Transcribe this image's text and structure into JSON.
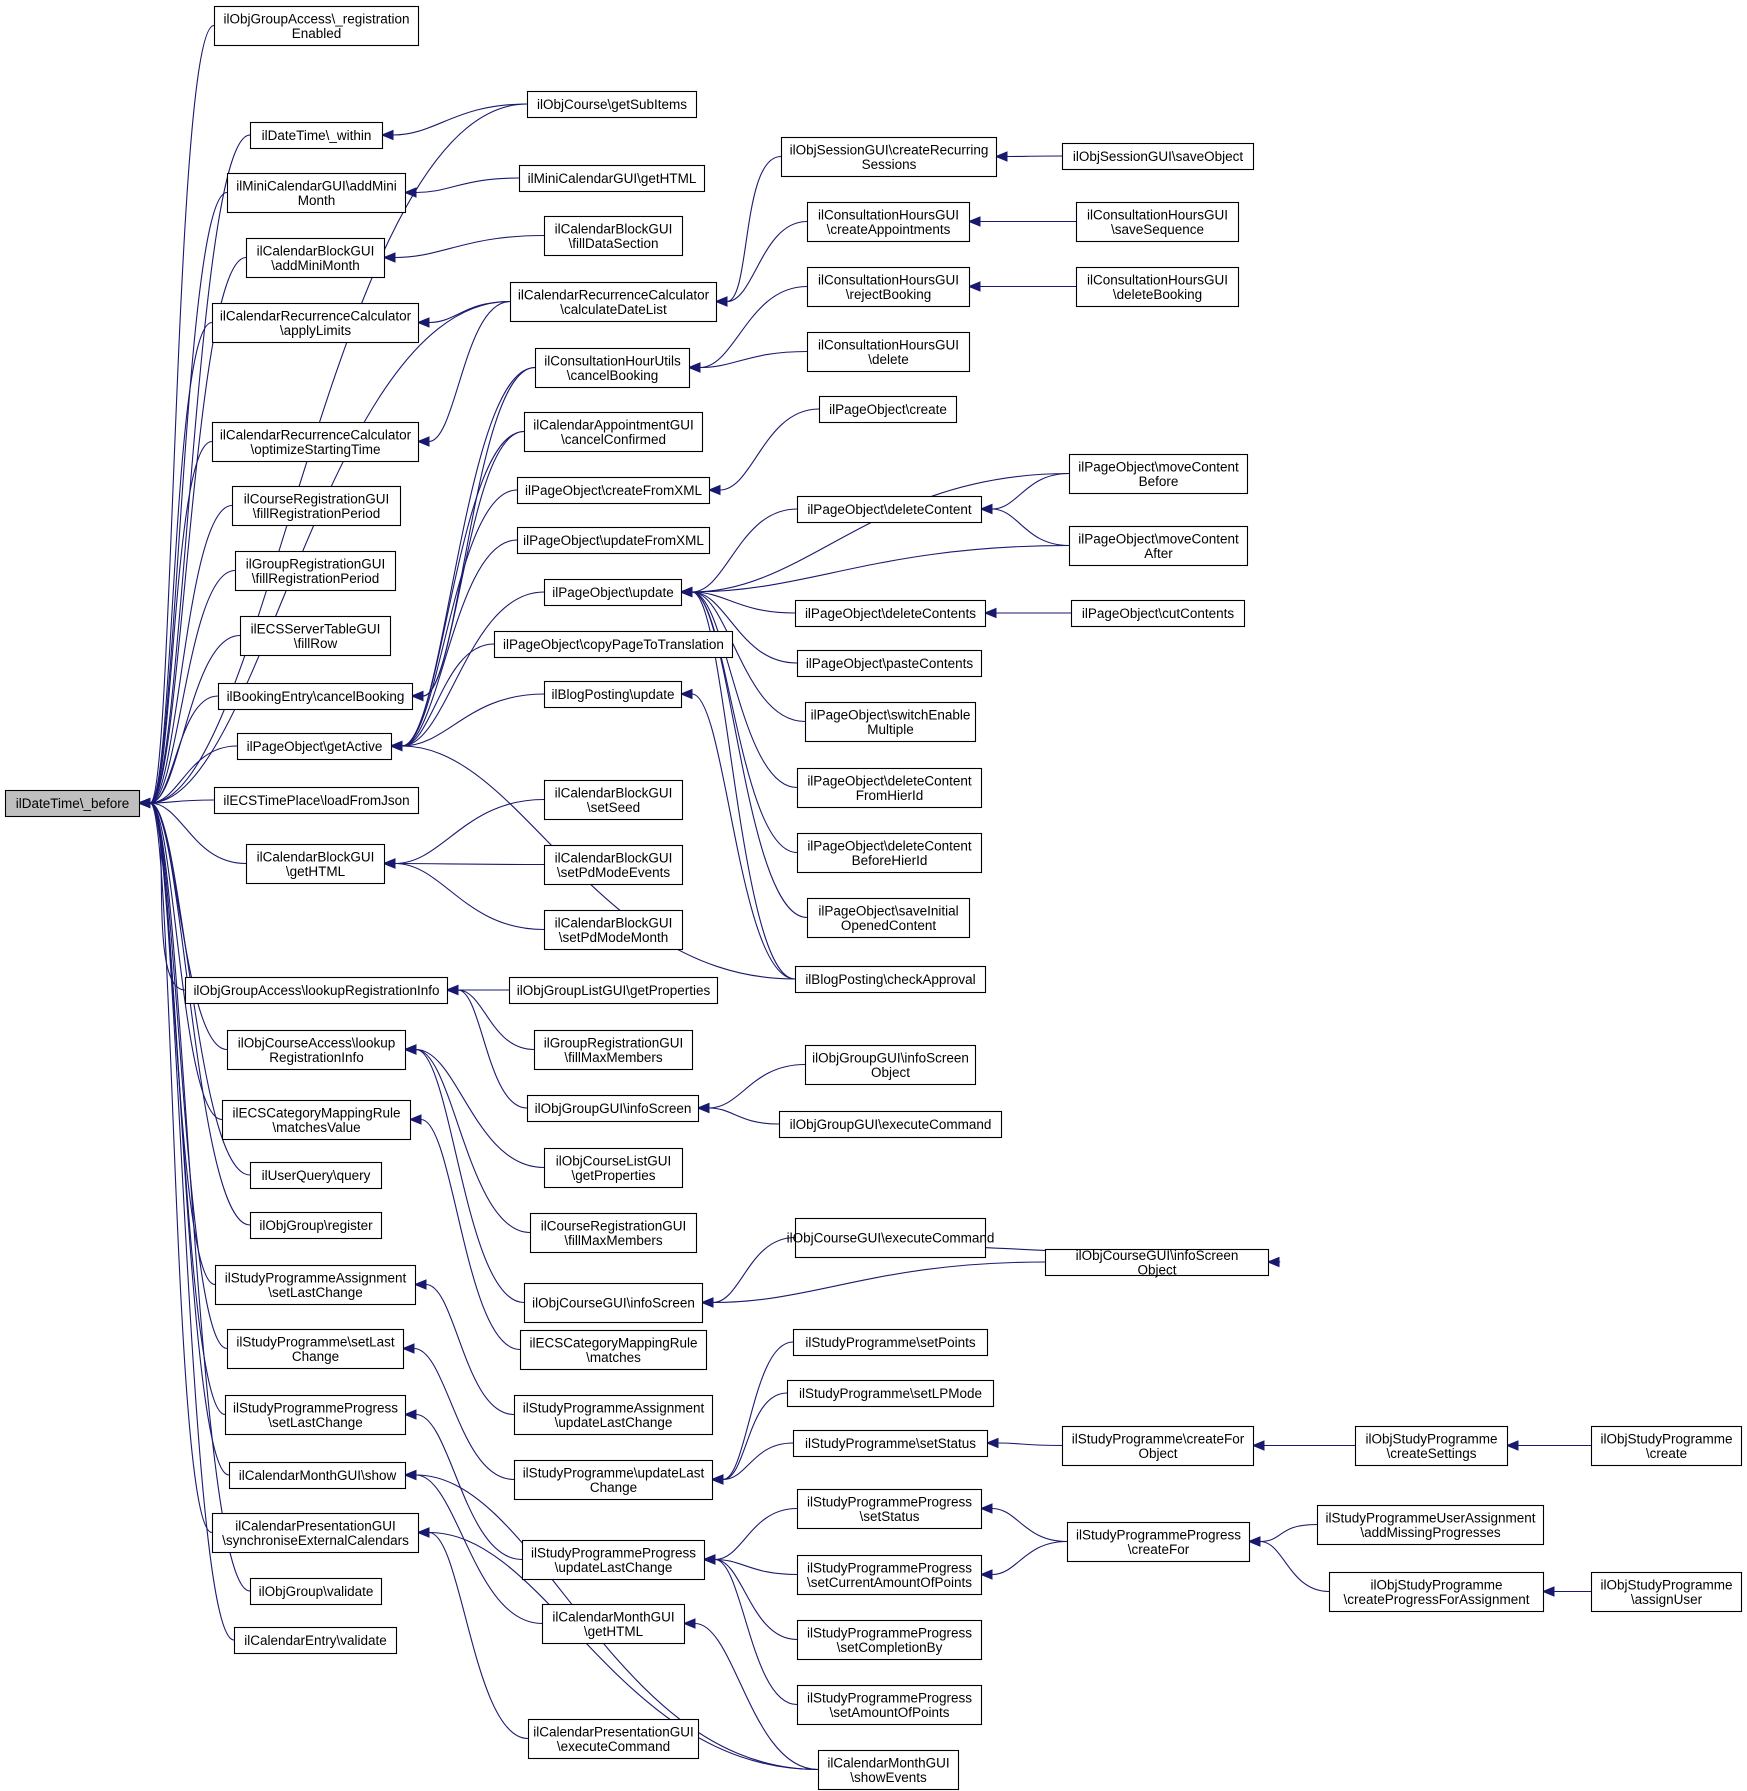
{
  "nodes": [
    {
      "id": "n0",
      "lines": [
        "ilDateTime\\_before"
      ],
      "focus": true
    },
    {
      "id": "n1",
      "lines": [
        "ilObjGroupAccess\\_registration",
        "Enabled"
      ]
    },
    {
      "id": "n2",
      "lines": [
        "ilDateTime\\_within"
      ]
    },
    {
      "id": "n3",
      "lines": [
        "ilObjCourse\\getSubItems"
      ]
    },
    {
      "id": "n4",
      "lines": [
        "ilMiniCalendarGUI\\addMini",
        "Month"
      ]
    },
    {
      "id": "n5",
      "lines": [
        "ilMiniCalendarGUI\\getHTML"
      ]
    },
    {
      "id": "n6",
      "lines": [
        "ilCalendarBlockGUI",
        "\\addMiniMonth"
      ]
    },
    {
      "id": "n7",
      "lines": [
        "ilCalendarBlockGUI",
        "\\fillDataSection"
      ]
    },
    {
      "id": "n8",
      "lines": [
        "ilCalendarRecurrenceCalculator",
        "\\applyLimits"
      ]
    },
    {
      "id": "n9",
      "lines": [
        "ilCalendarRecurrenceCalculator",
        "\\calculateDateList"
      ]
    },
    {
      "id": "n10",
      "lines": [
        "ilObjSessionGUI\\createRecurring",
        "Sessions"
      ]
    },
    {
      "id": "n11",
      "lines": [
        "ilObjSessionGUI\\saveObject"
      ]
    },
    {
      "id": "n12",
      "lines": [
        "ilConsultationHoursGUI",
        "\\createAppointments"
      ]
    },
    {
      "id": "n13",
      "lines": [
        "ilConsultationHoursGUI",
        "\\saveSequence"
      ]
    },
    {
      "id": "n14",
      "lines": [
        "ilCalendarRecurrenceCalculator",
        "\\optimizeStartingTime"
      ]
    },
    {
      "id": "n15",
      "lines": [
        "ilCourseRegistrationGUI",
        "\\fillRegistrationPeriod"
      ]
    },
    {
      "id": "n16",
      "lines": [
        "ilGroupRegistrationGUI",
        "\\fillRegistrationPeriod"
      ]
    },
    {
      "id": "n17",
      "lines": [
        "ilECSServerTableGUI",
        "\\fillRow"
      ]
    },
    {
      "id": "n18",
      "lines": [
        "ilBookingEntry\\cancelBooking"
      ]
    },
    {
      "id": "n19",
      "lines": [
        "ilConsultationHourUtils",
        "\\cancelBooking"
      ]
    },
    {
      "id": "n20",
      "lines": [
        "ilConsultationHoursGUI",
        "\\rejectBooking"
      ]
    },
    {
      "id": "n21",
      "lines": [
        "ilConsultationHoursGUI",
        "\\deleteBooking"
      ]
    },
    {
      "id": "n22",
      "lines": [
        "ilConsultationHoursGUI",
        "\\delete"
      ]
    },
    {
      "id": "n23",
      "lines": [
        "ilCalendarAppointmentGUI",
        "\\cancelConfirmed"
      ]
    },
    {
      "id": "n24",
      "lines": [
        "ilPageObject\\getActive"
      ]
    },
    {
      "id": "n25",
      "lines": [
        "ilPageObject\\createFromXML"
      ]
    },
    {
      "id": "n26",
      "lines": [
        "ilPageObject\\create"
      ]
    },
    {
      "id": "n27",
      "lines": [
        "ilPageObject\\updateFromXML"
      ]
    },
    {
      "id": "n28",
      "lines": [
        "ilPageObject\\update"
      ]
    },
    {
      "id": "n29",
      "lines": [
        "ilPageObject\\deleteContent"
      ]
    },
    {
      "id": "n30",
      "lines": [
        "ilPageObject\\moveContent",
        "Before"
      ]
    },
    {
      "id": "n31",
      "lines": [
        "ilPageObject\\moveContent",
        "After"
      ]
    },
    {
      "id": "n32",
      "lines": [
        "ilPageObject\\deleteContents"
      ]
    },
    {
      "id": "n33",
      "lines": [
        "ilPageObject\\cutContents"
      ]
    },
    {
      "id": "n34",
      "lines": [
        "ilPageObject\\pasteContents"
      ]
    },
    {
      "id": "n35",
      "lines": [
        "ilPageObject\\switchEnable",
        "Multiple"
      ]
    },
    {
      "id": "n36",
      "lines": [
        "ilPageObject\\deleteContent",
        "FromHierId"
      ]
    },
    {
      "id": "n37",
      "lines": [
        "ilPageObject\\deleteContent",
        "BeforeHierId"
      ]
    },
    {
      "id": "n38",
      "lines": [
        "ilPageObject\\saveInitial",
        "OpenedContent"
      ]
    },
    {
      "id": "n39",
      "lines": [
        "ilPageObject\\copyPageToTranslation"
      ]
    },
    {
      "id": "n40",
      "lines": [
        "ilBlogPosting\\update"
      ]
    },
    {
      "id": "n41",
      "lines": [
        "ilBlogPosting\\checkApproval"
      ]
    },
    {
      "id": "n42",
      "lines": [
        "ilECSTimePlace\\loadFromJson"
      ]
    },
    {
      "id": "n43",
      "lines": [
        "ilCalendarBlockGUI",
        "\\getHTML"
      ]
    },
    {
      "id": "n44",
      "lines": [
        "ilCalendarBlockGUI",
        "\\setSeed"
      ]
    },
    {
      "id": "n45",
      "lines": [
        "ilCalendarBlockGUI",
        "\\setPdModeEvents"
      ]
    },
    {
      "id": "n46",
      "lines": [
        "ilCalendarBlockGUI",
        "\\setPdModeMonth"
      ]
    },
    {
      "id": "n47",
      "lines": [
        "ilObjGroupAccess\\lookupRegistrationInfo"
      ]
    },
    {
      "id": "n48",
      "lines": [
        "ilObjGroupListGUI\\getProperties"
      ]
    },
    {
      "id": "n49",
      "lines": [
        "ilGroupRegistrationGUI",
        "\\fillMaxMembers"
      ]
    },
    {
      "id": "n50",
      "lines": [
        "ilObjGroupGUI\\infoScreen"
      ]
    },
    {
      "id": "n51",
      "lines": [
        "ilObjGroupGUI\\infoScreen",
        "Object"
      ]
    },
    {
      "id": "n52",
      "lines": [
        "ilObjGroupGUI\\executeCommand"
      ]
    },
    {
      "id": "n53",
      "lines": [
        "ilObjCourseAccess\\lookup",
        "RegistrationInfo"
      ]
    },
    {
      "id": "n54",
      "lines": [
        "ilECSCategoryMappingRule",
        "\\matchesValue"
      ]
    },
    {
      "id": "n55",
      "lines": [
        "ilObjCourseListGUI",
        "\\getProperties"
      ]
    },
    {
      "id": "n56",
      "lines": [
        "ilCourseRegistrationGUI",
        "\\fillMaxMembers"
      ]
    },
    {
      "id": "n57",
      "lines": [
        "ilObjCourseGUI\\infoScreen"
      ]
    },
    {
      "id": "n58",
      "lines": [
        "ilObjCourseGUI\\infoScreen",
        "Object"
      ]
    },
    {
      "id": "n59",
      "lines": [
        "ilObjCourseGUI\\executeCommand"
      ]
    },
    {
      "id": "n60",
      "lines": [
        "ilECSCategoryMappingRule",
        "\\matches"
      ]
    },
    {
      "id": "n61",
      "lines": [
        "ilUserQuery\\query"
      ]
    },
    {
      "id": "n62",
      "lines": [
        "ilObjGroup\\register"
      ]
    },
    {
      "id": "n63",
      "lines": [
        "ilStudyProgrammeAssignment",
        "\\setLastChange"
      ]
    },
    {
      "id": "n64",
      "lines": [
        "ilStudyProgrammeAssignment",
        "\\updateLastChange"
      ]
    },
    {
      "id": "n65",
      "lines": [
        "ilStudyProgramme\\setLast",
        "Change"
      ]
    },
    {
      "id": "n66",
      "lines": [
        "ilStudyProgramme\\updateLast",
        "Change"
      ]
    },
    {
      "id": "n67",
      "lines": [
        "ilStudyProgramme\\setPoints"
      ]
    },
    {
      "id": "n68",
      "lines": [
        "ilStudyProgramme\\setLPMode"
      ]
    },
    {
      "id": "n69",
      "lines": [
        "ilStudyProgramme\\setStatus"
      ]
    },
    {
      "id": "n70",
      "lines": [
        "ilStudyProgramme\\createFor",
        "Object"
      ]
    },
    {
      "id": "n71",
      "lines": [
        "ilObjStudyProgramme",
        "\\createSettings"
      ]
    },
    {
      "id": "n72",
      "lines": [
        "ilObjStudyProgramme",
        "\\create"
      ]
    },
    {
      "id": "n73",
      "lines": [
        "ilStudyProgrammeProgress",
        "\\setLastChange"
      ]
    },
    {
      "id": "n74",
      "lines": [
        "ilStudyProgrammeProgress",
        "\\updateLastChange"
      ]
    },
    {
      "id": "n75",
      "lines": [
        "ilStudyProgrammeProgress",
        "\\setStatus"
      ]
    },
    {
      "id": "n76",
      "lines": [
        "ilStudyProgrammeProgress",
        "\\createFor"
      ]
    },
    {
      "id": "n77",
      "lines": [
        "ilStudyProgrammeUserAssignment",
        "\\addMissingProgresses"
      ]
    },
    {
      "id": "n78",
      "lines": [
        "ilObjStudyProgramme",
        "\\createProgressForAssignment"
      ]
    },
    {
      "id": "n79",
      "lines": [
        "ilObjStudyProgramme",
        "\\assignUser"
      ]
    },
    {
      "id": "n80",
      "lines": [
        "ilStudyProgrammeProgress",
        "\\setCurrentAmountOfPoints"
      ]
    },
    {
      "id": "n81",
      "lines": [
        "ilStudyProgrammeProgress",
        "\\setCompletionBy"
      ]
    },
    {
      "id": "n82",
      "lines": [
        "ilStudyProgrammeProgress",
        "\\setAmountOfPoints"
      ]
    },
    {
      "id": "n83",
      "lines": [
        "ilCalendarMonthGUI\\show"
      ]
    },
    {
      "id": "n84",
      "lines": [
        "ilCalendarMonthGUI",
        "\\getHTML"
      ]
    },
    {
      "id": "n85",
      "lines": [
        "ilCalendarMonthGUI",
        "\\showEvents"
      ]
    },
    {
      "id": "n86",
      "lines": [
        "ilCalendarPresentationGUI",
        "\\synchroniseExternalCalendars"
      ]
    },
    {
      "id": "n87",
      "lines": [
        "ilCalendarPresentationGUI",
        "\\executeCommand"
      ]
    },
    {
      "id": "n88",
      "lines": [
        "ilObjGroup\\validate"
      ]
    },
    {
      "id": "n89",
      "lines": [
        "ilCalendarEntry\\validate"
      ]
    }
  ],
  "edges": [
    [
      "n1",
      "n0"
    ],
    [
      "n2",
      "n0"
    ],
    [
      "n3",
      "n0"
    ],
    [
      "n4",
      "n0"
    ],
    [
      "n6",
      "n0"
    ],
    [
      "n8",
      "n0"
    ],
    [
      "n9",
      "n0"
    ],
    [
      "n14",
      "n0"
    ],
    [
      "n15",
      "n0"
    ],
    [
      "n16",
      "n0"
    ],
    [
      "n17",
      "n0"
    ],
    [
      "n18",
      "n0"
    ],
    [
      "n24",
      "n0"
    ],
    [
      "n42",
      "n0"
    ],
    [
      "n43",
      "n0"
    ],
    [
      "n47",
      "n0"
    ],
    [
      "n53",
      "n0"
    ],
    [
      "n54",
      "n0"
    ],
    [
      "n61",
      "n0"
    ],
    [
      "n62",
      "n0"
    ],
    [
      "n63",
      "n0"
    ],
    [
      "n65",
      "n0"
    ],
    [
      "n73",
      "n0"
    ],
    [
      "n83",
      "n0"
    ],
    [
      "n86",
      "n0"
    ],
    [
      "n88",
      "n0"
    ],
    [
      "n89",
      "n0"
    ],
    [
      "n3",
      "n2"
    ],
    [
      "n5",
      "n4"
    ],
    [
      "n7",
      "n6"
    ],
    [
      "n9",
      "n8"
    ],
    [
      "n9",
      "n14"
    ],
    [
      "n10",
      "n9"
    ],
    [
      "n12",
      "n9"
    ],
    [
      "n11",
      "n10"
    ],
    [
      "n13",
      "n12"
    ],
    [
      "n19",
      "n18"
    ],
    [
      "n23",
      "n18"
    ],
    [
      "n20",
      "n19"
    ],
    [
      "n22",
      "n19"
    ],
    [
      "n21",
      "n20"
    ],
    [
      "n19",
      "n24"
    ],
    [
      "n23",
      "n24"
    ],
    [
      "n25",
      "n24"
    ],
    [
      "n27",
      "n24"
    ],
    [
      "n28",
      "n24"
    ],
    [
      "n39",
      "n24"
    ],
    [
      "n40",
      "n24"
    ],
    [
      "n41",
      "n24"
    ],
    [
      "n26",
      "n25"
    ],
    [
      "n29",
      "n28"
    ],
    [
      "n30",
      "n28"
    ],
    [
      "n31",
      "n28"
    ],
    [
      "n32",
      "n28"
    ],
    [
      "n34",
      "n28"
    ],
    [
      "n35",
      "n28"
    ],
    [
      "n36",
      "n28"
    ],
    [
      "n37",
      "n28"
    ],
    [
      "n38",
      "n28"
    ],
    [
      "n41",
      "n28"
    ],
    [
      "n30",
      "n29"
    ],
    [
      "n31",
      "n29"
    ],
    [
      "n33",
      "n32"
    ],
    [
      "n41",
      "n40"
    ],
    [
      "n44",
      "n43"
    ],
    [
      "n45",
      "n43"
    ],
    [
      "n46",
      "n43"
    ],
    [
      "n48",
      "n47"
    ],
    [
      "n49",
      "n47"
    ],
    [
      "n50",
      "n47"
    ],
    [
      "n51",
      "n50"
    ],
    [
      "n52",
      "n50"
    ],
    [
      "n55",
      "n53"
    ],
    [
      "n56",
      "n53"
    ],
    [
      "n57",
      "n53"
    ],
    [
      "n60",
      "n54"
    ],
    [
      "n58",
      "n57"
    ],
    [
      "n59",
      "n57"
    ],
    [
      "n59",
      "n58"
    ],
    [
      "n64",
      "n63"
    ],
    [
      "n66",
      "n65"
    ],
    [
      "n67",
      "n66"
    ],
    [
      "n68",
      "n66"
    ],
    [
      "n69",
      "n66"
    ],
    [
      "n70",
      "n69"
    ],
    [
      "n71",
      "n70"
    ],
    [
      "n72",
      "n71"
    ],
    [
      "n74",
      "n73"
    ],
    [
      "n75",
      "n74"
    ],
    [
      "n80",
      "n74"
    ],
    [
      "n81",
      "n74"
    ],
    [
      "n82",
      "n74"
    ],
    [
      "n76",
      "n75"
    ],
    [
      "n76",
      "n80"
    ],
    [
      "n77",
      "n76"
    ],
    [
      "n78",
      "n76"
    ],
    [
      "n79",
      "n78"
    ],
    [
      "n84",
      "n83"
    ],
    [
      "n85",
      "n83"
    ],
    [
      "n85",
      "n84"
    ],
    [
      "n87",
      "n86"
    ],
    [
      "n85",
      "n86"
    ]
  ]
}
